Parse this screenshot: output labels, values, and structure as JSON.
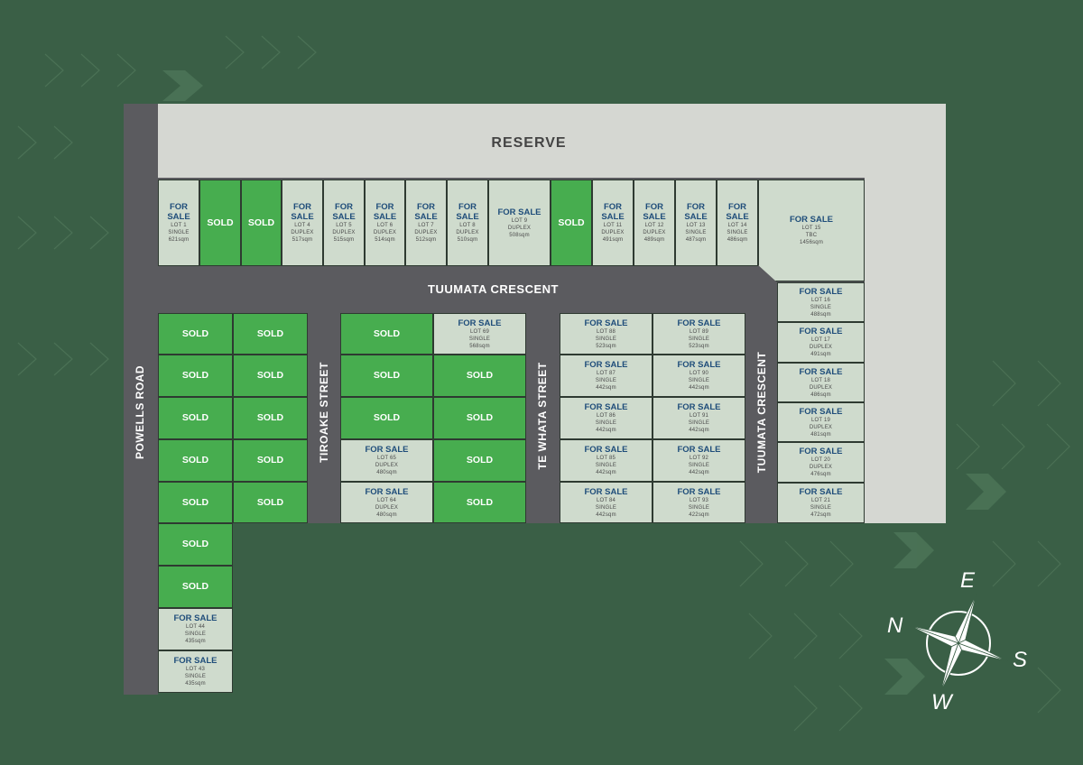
{
  "reserve_label": "RESERVE",
  "roads": {
    "tuumata_crescent_h": "TUUMATA CRESCENT",
    "tuumata_crescent_v": "TUUMATA CRESCENT",
    "powells_road": "POWELLS ROAD",
    "tiroake_street": "TIROAKE STREET",
    "te_whata_street": "TE WHATA STREET"
  },
  "compass": {
    "n": "N",
    "e": "E",
    "s": "S",
    "w": "W"
  },
  "colors": {
    "background": "#3a5f46",
    "road": "#5b5b5f",
    "reserve": "#d5d7d2",
    "for_sale": "#cfdbcd",
    "sold": "#47ad4f",
    "status_text": "#1f4d7a"
  },
  "lots": [
    {
      "status": "FOR SALE",
      "lot": "LOT 1",
      "type": "SINGLE",
      "area": "621sqm"
    },
    {
      "status": "SOLD"
    },
    {
      "status": "SOLD"
    },
    {
      "status": "FOR SALE",
      "lot": "LOT 4",
      "type": "DUPLEX",
      "area": "517sqm"
    },
    {
      "status": "FOR SALE",
      "lot": "LOT 5",
      "type": "DUPLEX",
      "area": "515sqm"
    },
    {
      "status": "FOR SALE",
      "lot": "LOT 6",
      "type": "DUPLEX",
      "area": "514sqm"
    },
    {
      "status": "FOR SALE",
      "lot": "LOT 7",
      "type": "DUPLEX",
      "area": "512sqm"
    },
    {
      "status": "FOR SALE",
      "lot": "LOT 8",
      "type": "DUPLEX",
      "area": "510sqm"
    },
    {
      "status": "FOR SALE",
      "lot": "LOT 9",
      "type": "DUPLEX",
      "area": "508sqm"
    },
    {
      "status": "SOLD"
    },
    {
      "status": "FOR SALE",
      "lot": "LOT 11",
      "type": "DUPLEX",
      "area": "491sqm"
    },
    {
      "status": "FOR SALE",
      "lot": "LOT 12",
      "type": "DUPLEX",
      "area": "489sqm"
    },
    {
      "status": "FOR SALE",
      "lot": "LOT 13",
      "type": "SINGLE",
      "area": "487sqm"
    },
    {
      "status": "FOR SALE",
      "lot": "LOT 14",
      "type": "SINGLE",
      "area": "486sqm"
    },
    {
      "status": "FOR SALE",
      "lot": "LOT 15",
      "type": "TBC",
      "area": "1456sqm"
    },
    {
      "status": "FOR SALE",
      "lot": "LOT 16",
      "type": "SINGLE",
      "area": "488sqm"
    },
    {
      "status": "FOR SALE",
      "lot": "LOT 17",
      "type": "DUPLEX",
      "area": "491sqm"
    },
    {
      "status": "FOR SALE",
      "lot": "LOT 18",
      "type": "DUPLEX",
      "area": "486sqm"
    },
    {
      "status": "FOR SALE",
      "lot": "LOT 19",
      "type": "DUPLEX",
      "area": "481sqm"
    },
    {
      "status": "FOR SALE",
      "lot": "LOT 20",
      "type": "DUPLEX",
      "area": "476sqm"
    },
    {
      "status": "FOR SALE",
      "lot": "LOT 21",
      "type": "SINGLE",
      "area": "472sqm"
    },
    {
      "status": "SOLD"
    },
    {
      "status": "SOLD"
    },
    {
      "status": "SOLD"
    },
    {
      "status": "SOLD"
    },
    {
      "status": "SOLD"
    },
    {
      "status": "SOLD"
    },
    {
      "status": "SOLD"
    },
    {
      "status": "SOLD"
    },
    {
      "status": "SOLD"
    },
    {
      "status": "SOLD"
    },
    {
      "status": "SOLD"
    },
    {
      "status": "SOLD"
    },
    {
      "status": "FOR SALE",
      "lot": "LOT 44",
      "type": "SINGLE",
      "area": "435sqm"
    },
    {
      "status": "FOR SALE",
      "lot": "LOT 43",
      "type": "SINGLE",
      "area": "435sqm"
    },
    {
      "status": "SOLD"
    },
    {
      "status": "FOR SALE",
      "lot": "LOT 69",
      "type": "SINGLE",
      "area": "568sqm"
    },
    {
      "status": "SOLD"
    },
    {
      "status": "SOLD"
    },
    {
      "status": "SOLD"
    },
    {
      "status": "SOLD"
    },
    {
      "status": "FOR SALE",
      "lot": "LOT 65",
      "type": "DUPLEX",
      "area": "480sqm"
    },
    {
      "status": "SOLD"
    },
    {
      "status": "FOR SALE",
      "lot": "LOT 64",
      "type": "DUPLEX",
      "area": "480sqm"
    },
    {
      "status": "SOLD"
    },
    {
      "status": "FOR SALE",
      "lot": "LOT 88",
      "type": "SINGLE",
      "area": "523sqm"
    },
    {
      "status": "FOR SALE",
      "lot": "LOT 89",
      "type": "SINGLE",
      "area": "523sqm"
    },
    {
      "status": "FOR SALE",
      "lot": "LOT 87",
      "type": "SINGLE",
      "area": "442sqm"
    },
    {
      "status": "FOR SALE",
      "lot": "LOT 90",
      "type": "SINGLE",
      "area": "442sqm"
    },
    {
      "status": "FOR SALE",
      "lot": "LOT 86",
      "type": "SINGLE",
      "area": "442sqm"
    },
    {
      "status": "FOR SALE",
      "lot": "LOT 91",
      "type": "SINGLE",
      "area": "442sqm"
    },
    {
      "status": "FOR SALE",
      "lot": "LOT 85",
      "type": "SINGLE",
      "area": "442sqm"
    },
    {
      "status": "FOR SALE",
      "lot": "LOT 92",
      "type": "SINGLE",
      "area": "442sqm"
    },
    {
      "status": "FOR SALE",
      "lot": "LOT 84",
      "type": "SINGLE",
      "area": "442sqm"
    },
    {
      "status": "FOR SALE",
      "lot": "LOT 93",
      "type": "SINGLE",
      "area": "422sqm"
    }
  ]
}
